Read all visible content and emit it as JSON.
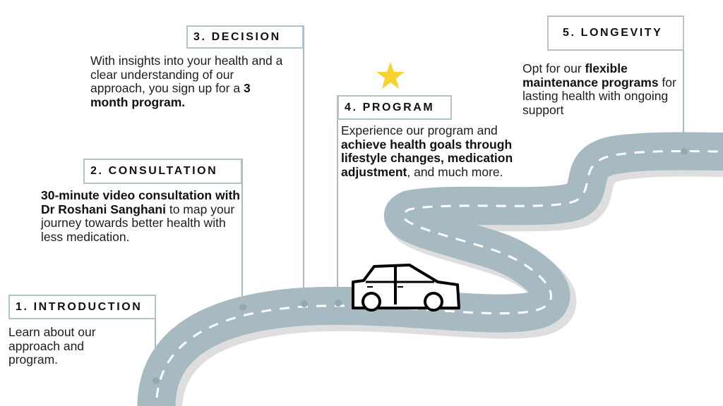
{
  "steps": [
    {
      "title": "1. INTRODUCTION",
      "body": [
        "Learn about our approach and program."
      ]
    },
    {
      "title": "2. CONSULTATION",
      "body": [
        "30-minute video consultation with Dr Roshani Sanghani",
        " to map your journey towards better health with less medication."
      ]
    },
    {
      "title": "3. DECISION",
      "body": [
        "With insights into your health and a clear understanding of our approach, you sign up for a ",
        "3 month program."
      ]
    },
    {
      "title": "4. PROGRAM",
      "body": [
        "Experience our program and ",
        "achieve health goals through lifestyle changes, medication adjustment",
        ", and much more."
      ]
    },
    {
      "title": "5. LONGEVITY",
      "body": [
        "Opt for our ",
        "flexible maintenance programs",
        " for lasting health with ongoing support"
      ]
    }
  ],
  "colors": {
    "road": "#a7bac2",
    "road_shadow": "#dedede",
    "star": "#f7d330",
    "box_border": "#b3c3cb"
  },
  "icons": {
    "star": "star-icon",
    "car": "car-icon"
  }
}
